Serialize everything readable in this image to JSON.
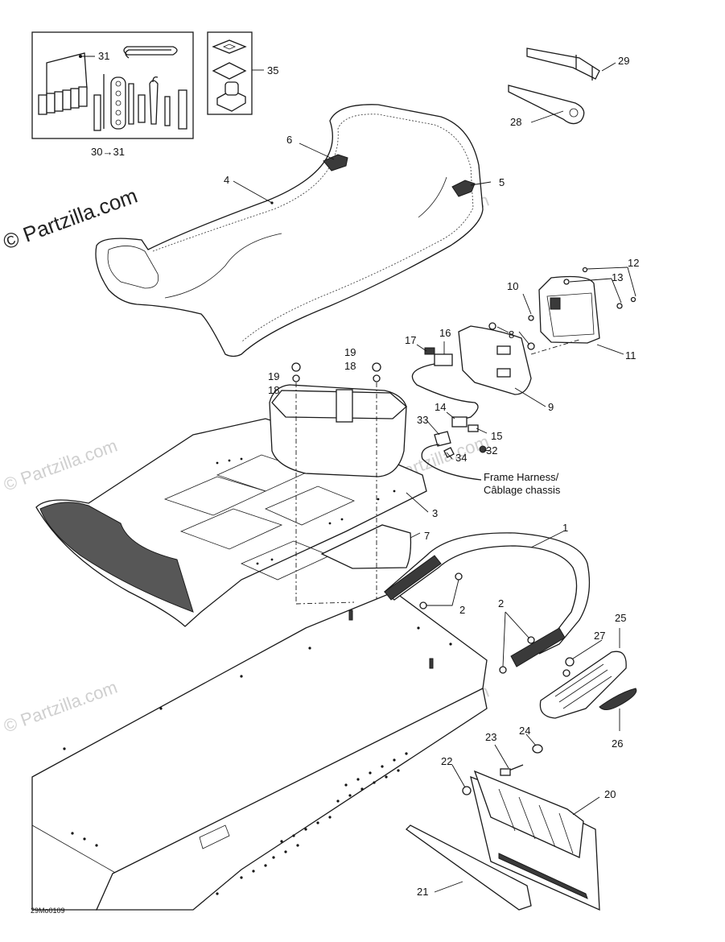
{
  "watermarks": {
    "main": "© Partzilla.com",
    "faint": "© Partzilla.com"
  },
  "diagram_code": "29Mo0109",
  "callouts": {
    "c1": "1",
    "c2a": "2",
    "c2b": "2",
    "c3": "3",
    "c4": "4",
    "c5": "5",
    "c6": "6",
    "c7": "7",
    "c8": "8",
    "c9": "9",
    "c10": "10",
    "c11": "11",
    "c12": "12",
    "c13": "13",
    "c14": "14",
    "c15": "15",
    "c16": "16",
    "c17": "17",
    "c18a": "18",
    "c18b": "18",
    "c19a": "19",
    "c19b": "19",
    "c20": "20",
    "c21": "21",
    "c22": "22",
    "c23": "23",
    "c24": "24",
    "c25": "25",
    "c26": "26",
    "c27": "27",
    "c28": "28",
    "c29": "29",
    "c30": "30→31",
    "c31": "31",
    "c32": "32",
    "c33": "33",
    "c34": "34",
    "c35": "35"
  },
  "harness_note": {
    "line1": "Frame Harness/",
    "line2": "Câblage chassis"
  }
}
